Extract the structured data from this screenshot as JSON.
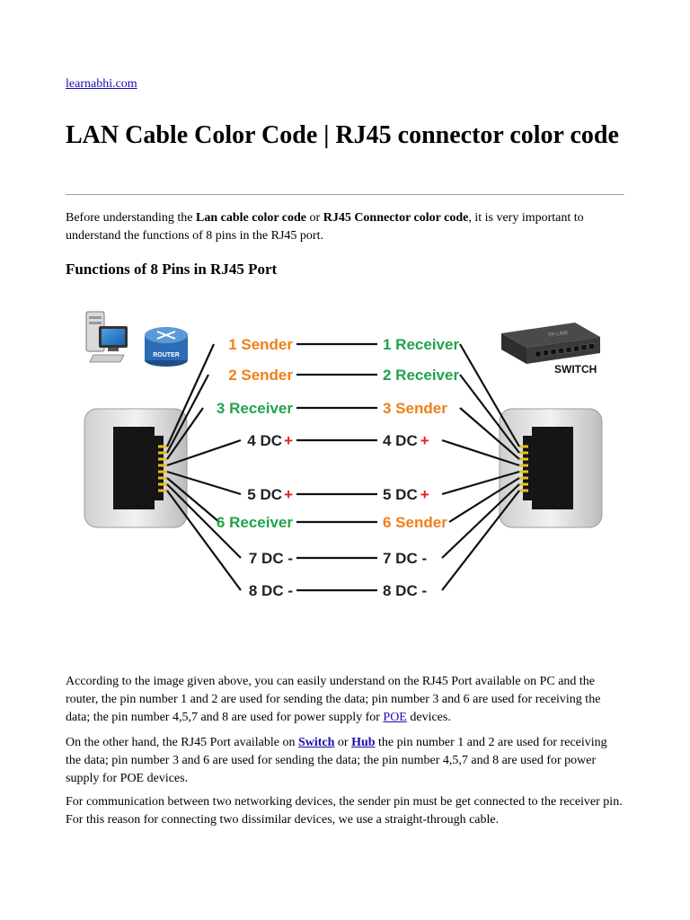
{
  "header": {
    "site_link": "learnabhi.com"
  },
  "title": "LAN Cable Color Code | RJ45 connector color code",
  "intro": {
    "t1": "Before understanding the ",
    "b1": "Lan cable color code",
    "t2": " or ",
    "b2": "RJ45 Connector color code",
    "t3": ", it is very important to understand the functions of 8 pins in the RJ45 port."
  },
  "section_heading": "Functions of 8 Pins in RJ45 Port",
  "diagram": {
    "router_label": "ROUTER",
    "switch_label": "SWITCH",
    "switch_brand": "TP-LINK",
    "colors": {
      "sender": "#f07f1a",
      "receiver": "#22a34a",
      "dc": "#222222",
      "plus": "#e02020"
    },
    "left_pins": [
      "1 Sender",
      "2 Sender",
      "3 Receiver",
      "4 DC",
      "5 DC",
      "6 Receiver",
      "7 DC -",
      "8 DC -"
    ],
    "right_pins": [
      "1 Receiver",
      "2 Receiver",
      "3 Sender",
      "4 DC",
      "5 DC",
      "6 Sender",
      "7 DC -",
      "8 DC -"
    ],
    "plus_sign": "+"
  },
  "para1": {
    "t1": "According to the image given above, you can easily understand on the RJ45 Port available on PC and the router, the pin number 1 and 2 are used for sending the data; pin number 3 and 6 are used for receiving the data; the pin number 4,5,7 and 8 are used for power supply for ",
    "link": "POE",
    "t2": " devices."
  },
  "para2": {
    "t1": "On the other hand, the RJ45 Port available on ",
    "link1": "Switch",
    "t2": " or ",
    "link2": "Hub",
    "t3": " the pin number 1 and 2 are used for receiving the data; pin number 3 and 6 are used for sending the data; the pin number 4,5,7 and 8 are used for power supply for POE devices."
  },
  "para3": "For communication between two networking devices, the sender pin must be get connected to the receiver pin. For this reason for connecting two dissimilar devices, we use a straight-through cable."
}
